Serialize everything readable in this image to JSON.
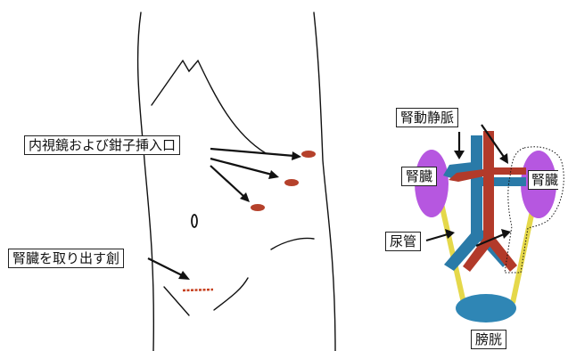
{
  "labels": {
    "port_incisions": "内視鏡および鉗子挿入口",
    "extraction_incision": "腎臓を取り出す創",
    "renal_vessels": "腎動静脈",
    "kidney_left": "腎臓",
    "kidney_right": "腎臓",
    "ureter": "尿管",
    "bladder": "膀胱"
  },
  "colors": {
    "port_marks": "#b5412b",
    "incision_line": "#c6401f",
    "kidney": "#b657e0",
    "vein": "#2a7aa8",
    "artery": "#b23a2a",
    "ureter": "#e5d84a",
    "bladder": "#2f86b5"
  }
}
